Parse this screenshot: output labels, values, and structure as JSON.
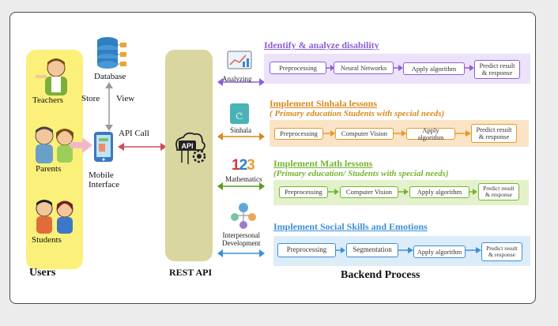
{
  "users": {
    "teachers": "Teachers",
    "parents": "Parents",
    "students": "Students",
    "title": "Users"
  },
  "middle": {
    "database": "Database",
    "store": "Store",
    "view": "View",
    "api_call": "API Call",
    "mobile_interface": "Mobile\nInterface",
    "rest_api": "REST API",
    "api_chip": "API"
  },
  "modules": {
    "analyzing": "Analyzing",
    "sinhala": "Sinhala",
    "mathematics": "Mathematics",
    "interpersonal": "Interpersonal\nDevelopment",
    "numbers_icon": "123"
  },
  "sections": [
    {
      "title": "Identify & analyze disability",
      "subtitle": "",
      "steps": [
        "Preprocessing",
        "Neural Networks",
        "Apply algorithm",
        "Predict result\n& response"
      ]
    },
    {
      "title": "Implement Sinhala lessons",
      "subtitle": "( Primary education Students with special needs)",
      "steps": [
        "Preprocessing",
        "Computer Vision",
        "Apply algorithm",
        "Predict result\n& response"
      ]
    },
    {
      "title": "Implement Math lessons",
      "subtitle": "(Primary education/ Students with special needs)",
      "steps": [
        "Preprocessing",
        "Computer Vision",
        "Apply algorithm",
        "Predict result\n& response"
      ]
    },
    {
      "title": "Implement Social Skills  and Emotions",
      "subtitle": "",
      "steps": [
        "Preprocessing",
        "Segmentation",
        "Apply algorithm",
        "Predict result\n& response"
      ]
    }
  ],
  "backend_label": "Backend Process",
  "colors": {
    "purple": "#8b5fd6",
    "orange": "#e39a2e",
    "green": "#74b52d",
    "blue": "#3c8fd8",
    "red_arrow": "#d24a5a",
    "pink_arrow": "#f4b7c9",
    "users_bg": "#fbf17a",
    "api_bg": "#d9d6a0"
  }
}
